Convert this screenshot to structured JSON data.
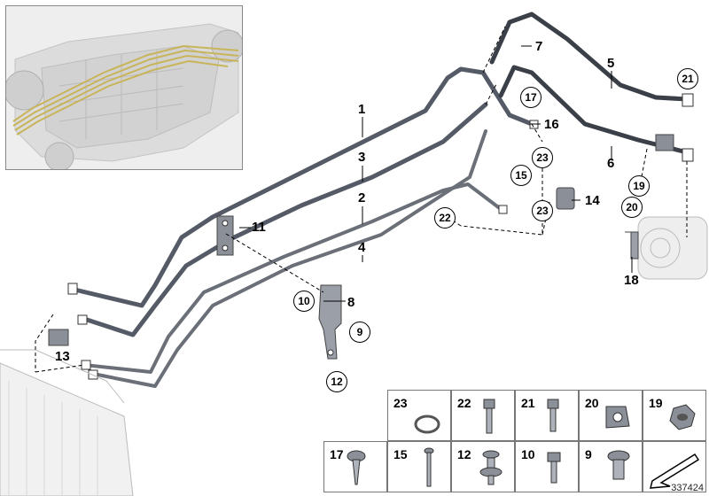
{
  "diagram": {
    "callouts": {
      "c1": "1",
      "c3": "3",
      "c2": "2",
      "c4": "4",
      "c5": "5",
      "c6": "6",
      "c7": "7",
      "c8": "8",
      "c11": "11",
      "c13": "13",
      "c14": "14",
      "c16": "16",
      "c18": "18"
    },
    "circled": {
      "c21": "21",
      "c17": "17",
      "c23a": "23",
      "c15": "15",
      "c23b": "23",
      "c19": "19",
      "c20": "20",
      "c22": "22",
      "c10": "10",
      "c9": "9",
      "c12": "12"
    },
    "parts_table": {
      "row1": [
        "23",
        "22",
        "21",
        "20",
        "19"
      ],
      "row2": [
        "17",
        "15",
        "12",
        "10",
        "9"
      ]
    },
    "diagram_id": "337424",
    "colors": {
      "pipe": "#555b66",
      "pipe_dark": "#3a3f48",
      "gold_pipe": "#c8b45a",
      "leader": "#000000"
    }
  }
}
